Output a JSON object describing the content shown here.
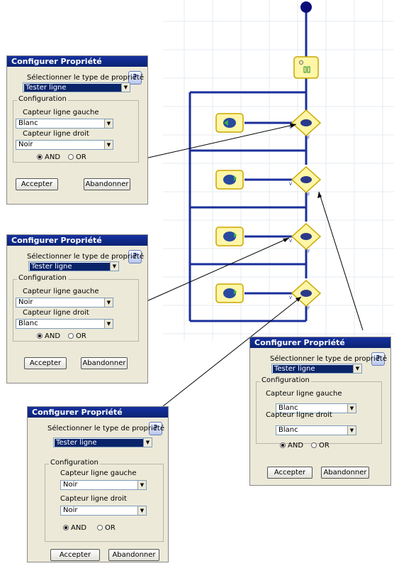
{
  "dialog": {
    "title": "Configurer Propriété",
    "help_symbol": "?",
    "type_label": "Sélectionner le type de propriété",
    "type_value": "Tester ligne",
    "group_title": "Configuration",
    "left_sensor_label": "Capteur ligne gauche",
    "right_sensor_label": "Capteur ligne droit",
    "and_label": "AND",
    "or_label": "OR",
    "accept_label": "Accepter",
    "cancel_label": "Abandonner"
  },
  "dialogs": [
    {
      "left_value": "Blanc",
      "right_value": "Noir",
      "logic": "AND"
    },
    {
      "left_value": "Noir",
      "right_value": "Blanc",
      "logic": "AND"
    },
    {
      "left_value": "Blanc",
      "right_value": "Blanc",
      "logic": "AND"
    },
    {
      "left_value": "Noir",
      "right_value": "Noir",
      "logic": "AND"
    }
  ],
  "flowchart": {
    "branch_yes_label": "V",
    "branch_no_label": "F",
    "decision_count": 4
  },
  "colors": {
    "flow_line": "#1a2f9c",
    "block_fill": "#fff6a8",
    "block_border": "#c9a700",
    "start_node": "#0b0b7a",
    "grid": "#e6ebf2",
    "dialog_selection": "#0a246a"
  }
}
